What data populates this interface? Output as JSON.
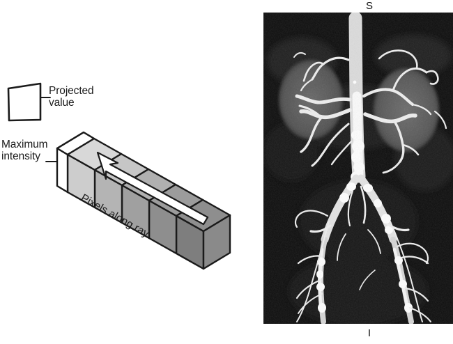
{
  "figure": {
    "type": "maximum-intensity-projection-diagram",
    "schematic": {
      "projected_value_label": "Projected\nvalue",
      "maximum_intensity_label": "Maximum\nintensity",
      "ray_label": "Pixels along ray",
      "voxel_count": 6,
      "voxel_top_colors": [
        "#ffffff",
        "#d8d8d8",
        "#c6c6c6",
        "#b0b0b0",
        "#9c9c9c",
        "#8e8e8e"
      ],
      "voxel_front_colors": [
        "#ffffff",
        "#cdcdcd",
        "#b4b4b4",
        "#a0a0a0",
        "#8e8e8e",
        "#7e7e7e"
      ],
      "voxel_end_color": "#8a8a8a",
      "outline_color": "#1a1a1a",
      "arrow_color": "#ffffff",
      "arrow_direction": "toward-maximum-intensity-voxel"
    },
    "angiogram": {
      "modality": "MRA maximum intensity projection",
      "region": "abdominal aorta, renal arteries and iliac/femoral runoff",
      "orientation_top_label": "S",
      "orientation_bottom_label": "I",
      "background_color": "#0b0b0b",
      "vessel_color": "#f2f2f2",
      "organ_color": "#5a5a5a"
    }
  }
}
